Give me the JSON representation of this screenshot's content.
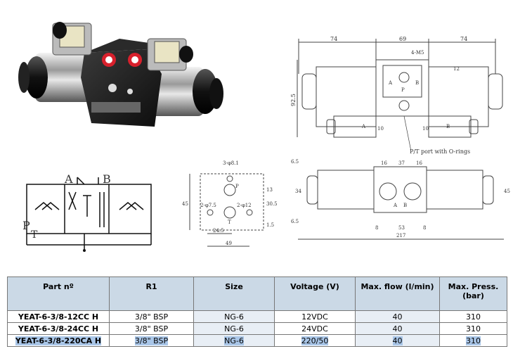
{
  "drawing": {
    "schematic": {
      "port_a": "A",
      "port_b": "B",
      "port_p": "P",
      "port_t": "T"
    },
    "front_view": {
      "dim_left": "74",
      "dim_mid": "69",
      "dim_right": "74",
      "thread": "4-M5",
      "dim_12": "12",
      "height": "92.5",
      "label_a": "A",
      "label_b": "B",
      "label_p": "P",
      "label_a_coil": "A",
      "label_b_coil": "B",
      "dim_10a": "10",
      "dim_10b": "10",
      "callout": "P/T port with O-rings"
    },
    "port_view": {
      "hole_top": "3-φ8.1",
      "hole_bot": "2-φ7.5",
      "hole_right": "2-φ12",
      "label_p": "P",
      "label_t": "T",
      "dim_45": "45",
      "dim_13": "13",
      "dim_305": "30.5",
      "dim_15": "1.5",
      "dim_245": "24.5",
      "dim_49": "49"
    },
    "top_view": {
      "dim_65a": "6.5",
      "dim_65b": "6.5",
      "dim_34": "34",
      "dim_45": "45",
      "dim_16a": "16",
      "dim_37": "37",
      "dim_16b": "16",
      "dim_8a": "8",
      "dim_53": "53",
      "dim_8b": "8",
      "total": "217",
      "label_a": "A",
      "label_b": "B"
    }
  },
  "table": {
    "headers": [
      "Part nº",
      "R1",
      "Size",
      "Voltage (V)",
      "Max. flow (l/min)",
      "Max. Press. (bar)"
    ],
    "rows": [
      [
        "YEAT-6-3/8-12CC H",
        "3/8\" BSP",
        "NG-6",
        "12VDC",
        "40",
        "310"
      ],
      [
        "YEAT-6-3/8-24CC H",
        "3/8\" BSP",
        "NG-6",
        "24VDC",
        "40",
        "310"
      ],
      [
        "YEAT-6-3/8-220CA H",
        "3/8\" BSP",
        "NG-6",
        "220/50",
        "40",
        "310"
      ]
    ]
  },
  "colors": {
    "header_bg": "#cbd9e6",
    "alt_bg": "#e8eef5",
    "highlight": "#a9c6e8",
    "valve_red": "#d8202c"
  }
}
